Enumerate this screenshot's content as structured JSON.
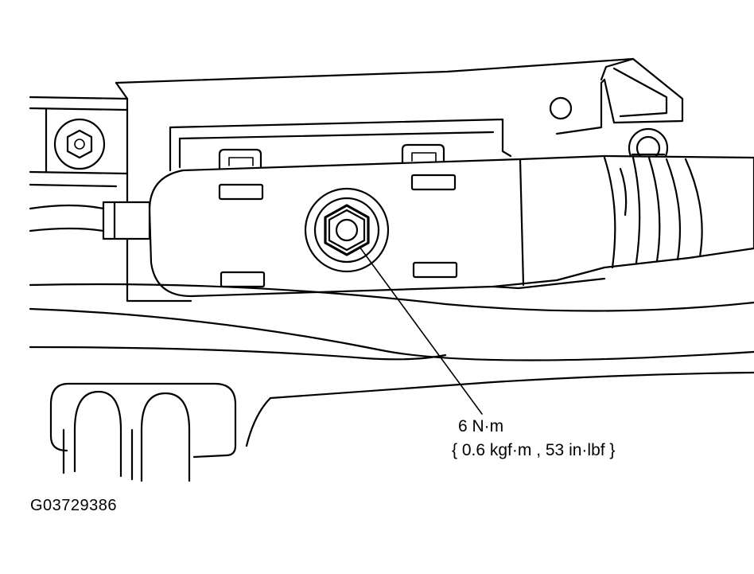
{
  "callout": {
    "torque_nm": "6 N·m",
    "torque_alt": "{ 0.6 kgf·m , 53 in·lbf }"
  },
  "figure_id": "G03729386",
  "parts": {
    "fastener": "nut-icon",
    "left_bolt": "bolt-icon",
    "right_bolt": "bolt-icon"
  }
}
